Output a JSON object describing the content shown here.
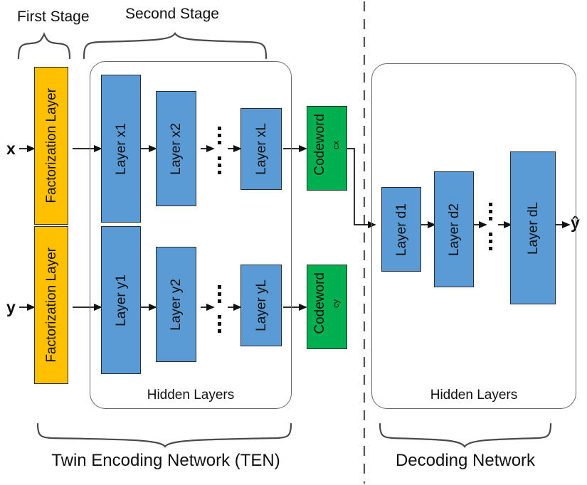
{
  "figure": {
    "title": "Twin Encoding Network and Decoding Network architecture",
    "colors": {
      "factorization": "#FFC000",
      "layer": "#5B9BD5",
      "codeword": "#00B050",
      "outline": "#2a2a2a",
      "group_outline": "#6a6a6a",
      "divider": "#555555"
    }
  },
  "stage_labels": {
    "first": "First Stage",
    "second": "Second Stage"
  },
  "inputs": {
    "x": "x",
    "y": "y"
  },
  "output": {
    "y_hat": "ŷ"
  },
  "encoder": {
    "factorization_x": "Factorization Layer",
    "factorization_y": "Factorization Layer",
    "hidden_caption": "Hidden Layers",
    "x_layers": [
      "Layer x1",
      "Layer x2",
      "Layer xL"
    ],
    "y_layers": [
      "Layer y1",
      "Layer y2",
      "Layer yL"
    ],
    "codeword_x": {
      "label": "Codeword",
      "sub": "cx"
    },
    "codeword_y": {
      "label": "Codeword",
      "sub": "cy"
    }
  },
  "decoder": {
    "hidden_caption": "Hidden Layers",
    "d_layers": [
      "Layer d1",
      "Layer d2",
      "Layer dL"
    ]
  },
  "bottom_labels": {
    "left": "Twin Encoding Network (TEN)",
    "right": "Decoding Network"
  },
  "ellipsis": {
    "glyph": "⋮"
  }
}
